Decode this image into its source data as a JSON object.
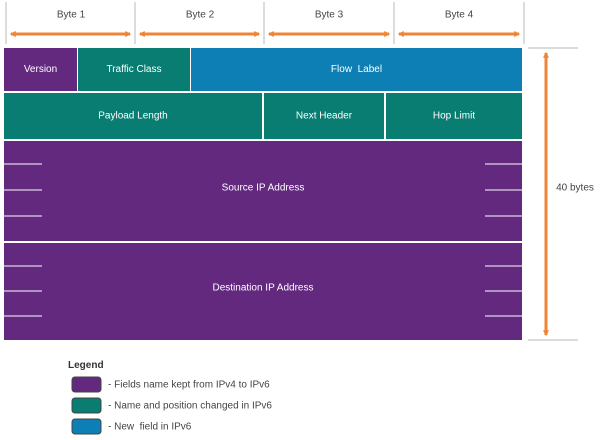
{
  "colors": {
    "kept": "#62297F",
    "changed": "#0A7D72",
    "new": "#0D7FB4",
    "arrow": "#F08436",
    "divider": "#B9B9B9"
  },
  "byte_headers": [
    "Byte 1",
    "Byte 2",
    "Byte 3",
    "Byte 4"
  ],
  "fields": {
    "version": "Version",
    "traffic_class": "Traffic Class",
    "flow_label": "Flow  Label",
    "payload_length": "Payload Length",
    "next_header": "Next Header",
    "hop_limit": "Hop Limit",
    "source_ip": "Source IP Address",
    "destination_ip": "Destination IP Address"
  },
  "size_label": "40 bytes",
  "legend": {
    "title": "Legend",
    "items": [
      {
        "label": "- Fields name kept from IPv4 to IPv6",
        "category": "kept"
      },
      {
        "label": "- Name and position changed in IPv6",
        "category": "changed"
      },
      {
        "label": "- New  field in IPv6",
        "category": "new"
      }
    ]
  }
}
